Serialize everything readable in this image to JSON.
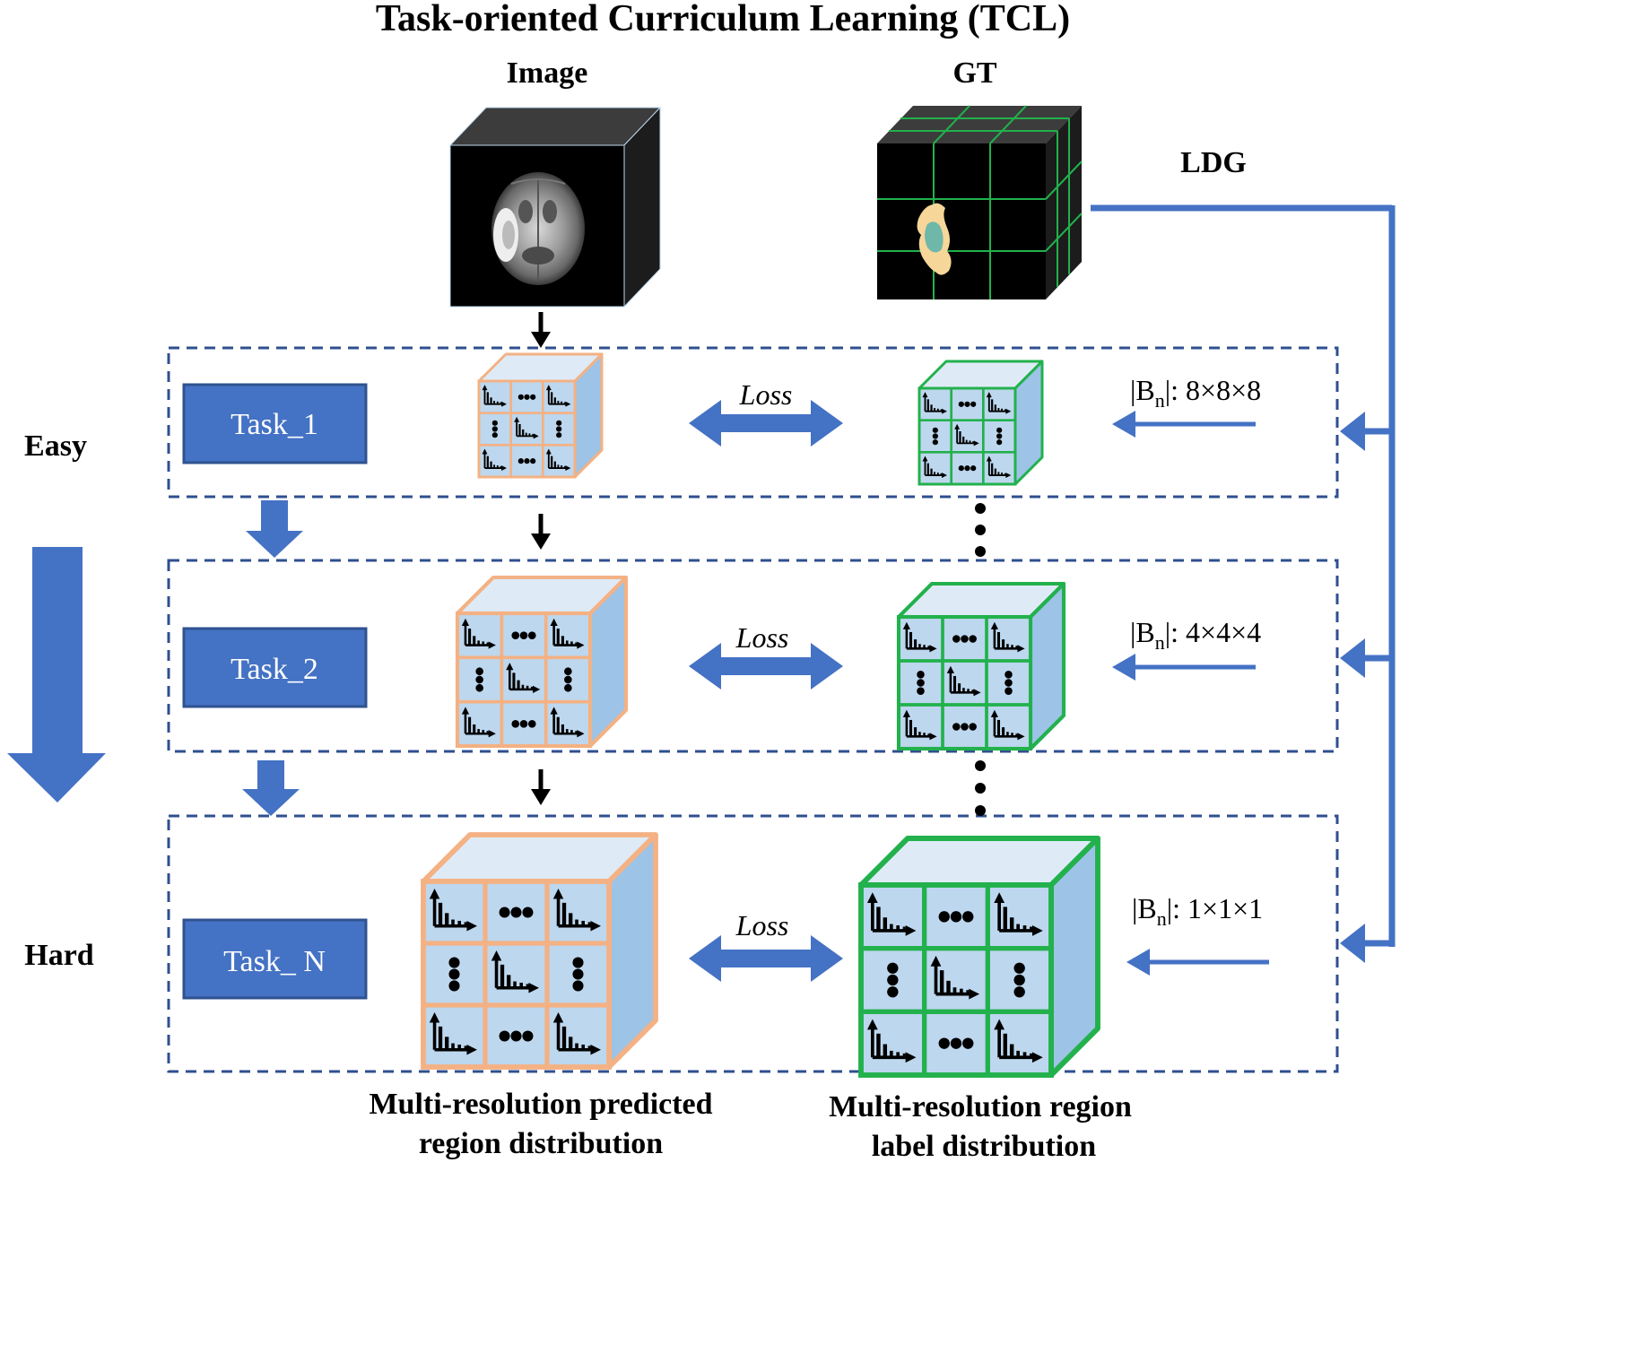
{
  "title": "Task-oriented Curriculum Learning (TCL)",
  "image_label": "Image",
  "gt_label": "GT",
  "ldg_label": "LDG",
  "difficulty": {
    "easy": "Easy",
    "hard": "Hard"
  },
  "loss_label": "Loss",
  "tasks": [
    {
      "label": "Task_1",
      "bins_prefix": "|B",
      "bins_sub": "n",
      "bins_suffix": "|: 8×8×8"
    },
    {
      "label": "Task_2",
      "bins_prefix": "|B",
      "bins_sub": "n",
      "bins_suffix": "|: 4×4×4"
    },
    {
      "label": "Task_ N",
      "bins_prefix": "|B",
      "bins_sub": "n",
      "bins_suffix": "|: 1×1×1"
    }
  ],
  "captions": {
    "predicted_line1": "Multi-resolution predicted",
    "predicted_line2": "region distribution",
    "label_line1": "Multi-resolution region",
    "label_line2": "label distribution"
  },
  "colors": {
    "blue": "#4472c4",
    "task_box": "#4472c4",
    "dash": "#2f4f8f",
    "predicted_edge": "#f4b183",
    "label_edge": "#22b14c",
    "cube_front": "#bdd7ee",
    "cube_top": "#deebf7",
    "cube_side": "#9dc3e6",
    "gt_grid": "#22b14c"
  }
}
